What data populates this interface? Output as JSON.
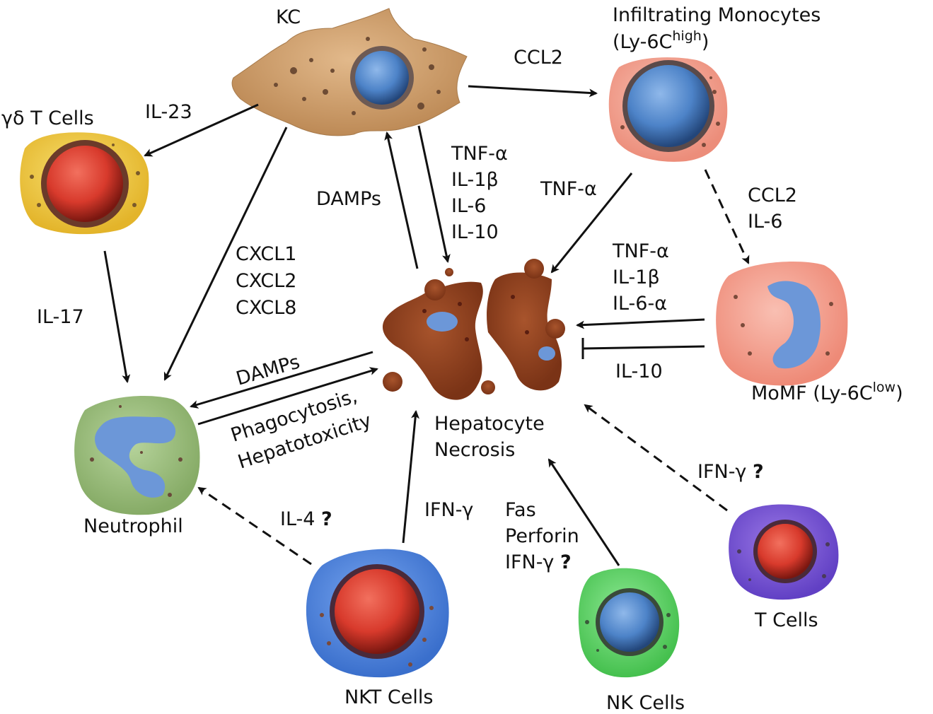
{
  "cells": {
    "kc": "KC",
    "monocytes_line1": "Infiltrating Monocytes",
    "monocytes_line2_prefix": "(Ly-6C",
    "monocytes_line2_sup": "high",
    "monocytes_line2_suffix": ")",
    "gd_t_cells": "γδ T Cells",
    "neutrophil": "Neutrophil",
    "momf_prefix": "MoMF (Ly-6C",
    "momf_sup": "low",
    "momf_suffix": ")",
    "hepatocyte_line1": "Hepatocyte",
    "hepatocyte_line2": "Necrosis",
    "nkt_cells": "NKT Cells",
    "nk_cells": "NK Cells",
    "t_cells": "T Cells"
  },
  "labels": {
    "ccl2": "CCL2",
    "il23": "IL-23",
    "damps_up": "DAMPs",
    "kc_out": [
      "TNF-α",
      "IL-1β",
      "IL-6",
      "IL-10"
    ],
    "tnf_mono": "TNF-α",
    "ccl2_il6": [
      "CCL2",
      "IL-6"
    ],
    "cxcl": [
      "CXCL1",
      "CXCL2",
      "CXCL8"
    ],
    "il17": "IL-17",
    "momf_out": [
      "TNF-α",
      "IL-1β",
      "IL-6-α"
    ],
    "il10": "IL-10",
    "damps_left": "DAMPs",
    "phago": [
      "Phagocytosis,",
      "Hepatotoxicity"
    ],
    "il4": "IL-4",
    "ifn_nkt": "IFN-γ",
    "nk_out": [
      "Fas",
      "Perforin",
      "IFN-γ"
    ],
    "ifn_t": "IFN-γ",
    "question": "?"
  },
  "colors": {
    "kc_body": "#cf9f6e",
    "monocyte_body": "#f2a493",
    "gd_body": "#f1cf3c",
    "neutrophil_body": "#9cc07c",
    "momf_body": "#f4a08f",
    "nkt_body": "#4c86e4",
    "nk_body": "#62d96a",
    "t_body": "#7b55d6",
    "hepatocyte": "#93421f",
    "nucleus_blue": "#4d83c8",
    "nucleus_red": "#d83a2c"
  }
}
